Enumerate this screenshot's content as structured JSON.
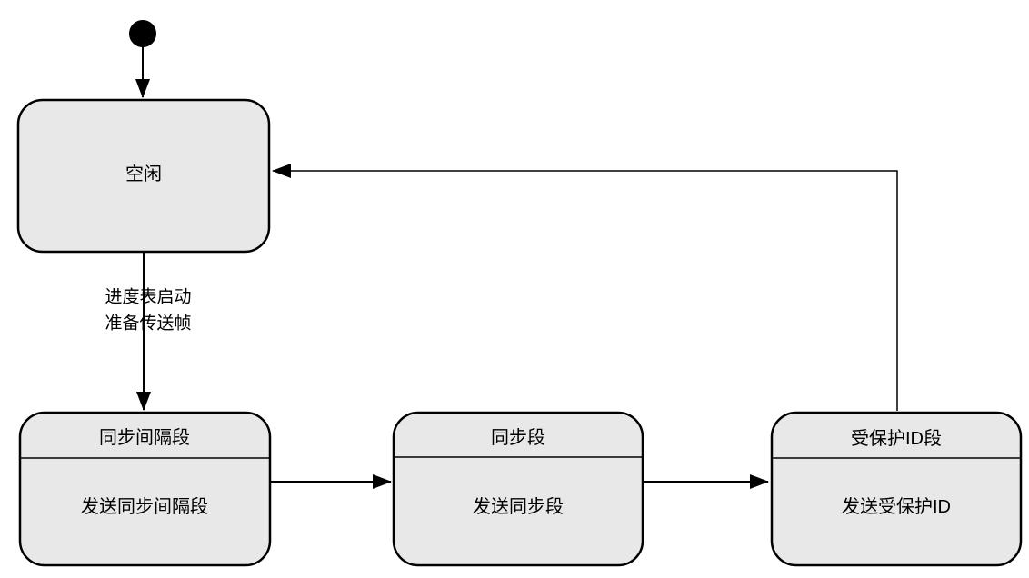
{
  "diagram": {
    "type": "uml-state-machine",
    "colors": {
      "state_fill": "#e8e8e8",
      "state_border": "#000000",
      "line": "#000000",
      "text": "#000000",
      "background": "#ffffff"
    },
    "initial_state": {
      "id": "initial",
      "kind": "initial-pseudostate"
    },
    "states": [
      {
        "id": "idle",
        "title": "空闲",
        "body": ""
      },
      {
        "id": "sync-break",
        "title": "同步间隔段",
        "body": "发送同步间隔段"
      },
      {
        "id": "sync",
        "title": "同步段",
        "body": "发送同步段"
      },
      {
        "id": "protected-id",
        "title": "受保护ID段",
        "body": "发送受保护ID"
      }
    ],
    "transitions": [
      {
        "from": "initial",
        "to": "idle",
        "label_line1": "",
        "label_line2": ""
      },
      {
        "from": "idle",
        "to": "sync-break",
        "label_line1": "进度表启动",
        "label_line2": "准备传送帧"
      },
      {
        "from": "sync-break",
        "to": "sync",
        "label_line1": "",
        "label_line2": ""
      },
      {
        "from": "sync",
        "to": "protected-id",
        "label_line1": "",
        "label_line2": ""
      },
      {
        "from": "protected-id",
        "to": "idle",
        "label_line1": "",
        "label_line2": ""
      }
    ]
  }
}
